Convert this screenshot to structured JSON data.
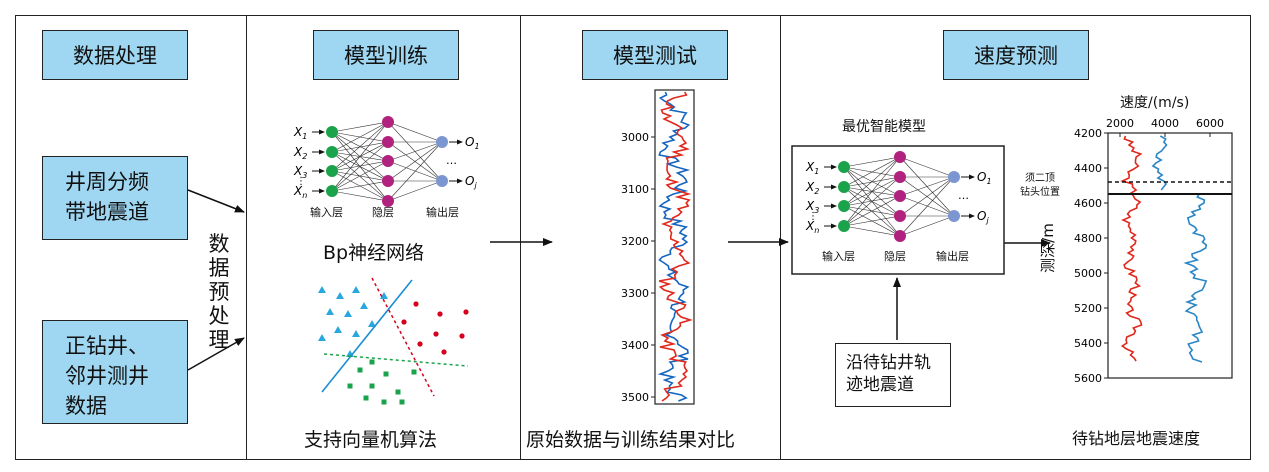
{
  "headers": {
    "data_processing": "数据处理",
    "model_training": "模型训练",
    "model_testing": "模型测试",
    "velocity_prediction": "速度预测"
  },
  "inputs": {
    "seismic_traces": [
      "井周分频",
      "带地震道"
    ],
    "well_data": [
      "正钻井、",
      "邻井测井",
      "数据"
    ]
  },
  "preprocess_label": "数据预处理",
  "network": {
    "caption": "Bp神经网络",
    "layers": [
      "输入层",
      "隐层",
      "输出层"
    ],
    "inputs": [
      "X1",
      "X2",
      "X3",
      "Xn"
    ],
    "outputs": [
      "O1",
      "Oj"
    ],
    "ellipsis": "…"
  },
  "svm_caption": "支持向量机算法",
  "test_plot": {
    "caption": "原始数据与训练结果对比",
    "depth_ticks": [
      "3000",
      "3100",
      "3200",
      "3300",
      "3400",
      "3500"
    ]
  },
  "best_model": {
    "title": "最优智能模型",
    "layers": [
      "输入层",
      "隐层",
      "输出层"
    ]
  },
  "trajectory_box": [
    "沿待钻井轨",
    "迹地震道"
  ],
  "target_label": [
    "须二顶",
    "钻头位置"
  ],
  "velocity_plot": {
    "title": "速度/(m/s)",
    "x_ticks": [
      "2000",
      "4000",
      "6000"
    ],
    "y_ticks": [
      "4200",
      "4400",
      "4600",
      "4800",
      "5000",
      "5200",
      "5400",
      "5600"
    ],
    "ylabel": "测深/m",
    "caption": "待钻地层地震速度"
  },
  "colors": {
    "box_fill": "#9fd7f2",
    "input_node": "#1aa34a",
    "hidden_node": "#b0227e",
    "output_node": "#7b96d0",
    "curve_red": "#e0281c",
    "curve_blue": "#1565c0",
    "velocity_blue": "#2a86c6",
    "svm_triangle": "#29a8e0",
    "svm_dot": "#d6001c",
    "svm_square": "#1aa34a"
  }
}
